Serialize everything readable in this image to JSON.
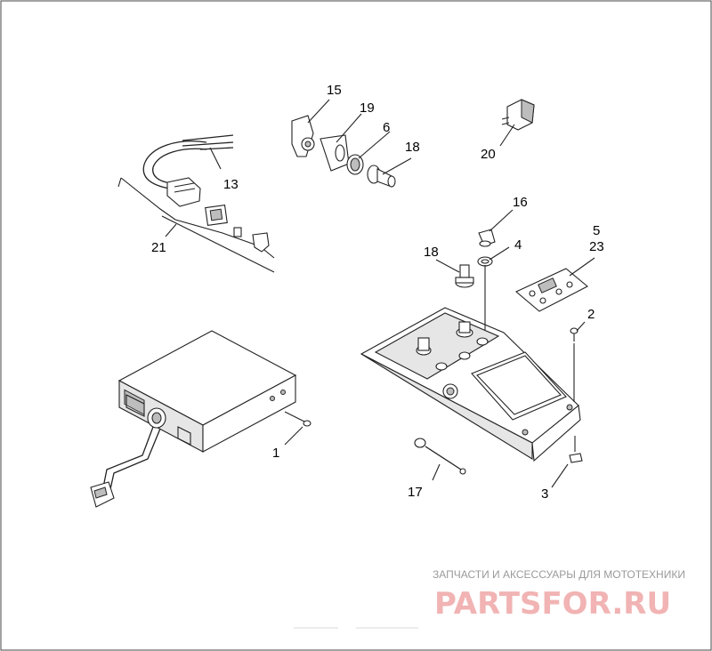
{
  "callouts": {
    "c1": "1",
    "c2": "2",
    "c3": "3",
    "c4": "4",
    "c5": "5",
    "c6": "6",
    "c13": "13",
    "c15": "15",
    "c16": "16",
    "c17": "17",
    "c18a": "18",
    "c18b": "18",
    "c19": "19",
    "c20": "20",
    "c21": "21",
    "c23": "23"
  },
  "watermark": {
    "subtitle": "ЗАПЧАСТИ И АКСЕССУАРЫ ДЛЯ МОТОТЕХНИКИ",
    "brand": "PARTSFOR.RU"
  },
  "colors": {
    "watermark_brand": "#f1b3b3",
    "watermark_subtitle": "#9a9a9a",
    "line_art": "#222222"
  }
}
